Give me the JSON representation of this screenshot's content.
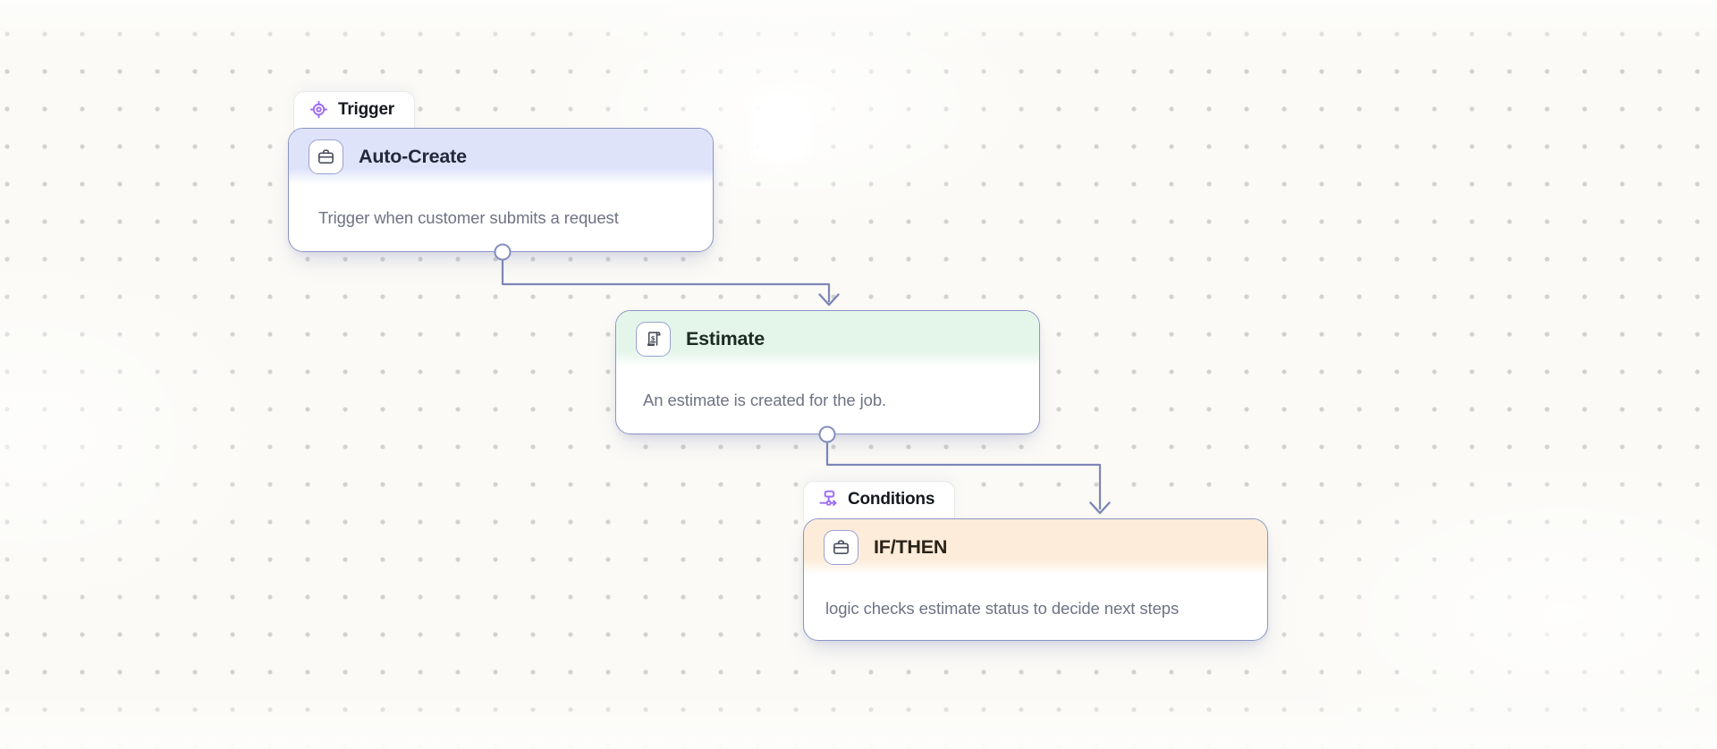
{
  "canvas": {
    "background_color": "#fbfaf6",
    "dot_color": "#d2d1ce",
    "connector_color": "#7d86b6",
    "port_border_color": "#848dbf"
  },
  "accent": {
    "badge_icon_color": "#9c6bf5",
    "node_border_color": "#8b94c6"
  },
  "nodes": [
    {
      "badge": {
        "label": "Trigger",
        "icon": "target-icon"
      },
      "icon": "briefcase-icon",
      "title": "Auto-Create",
      "description": "Trigger when customer submits a request",
      "header_color": "#dfe3fa"
    },
    {
      "icon": "receipt-dollar-icon",
      "icon_glyph": "$",
      "title": "Estimate",
      "description": "An estimate is created for the job.",
      "header_color": "#e4f6ea"
    },
    {
      "badge": {
        "label": "Conditions",
        "icon": "branch-arrow-icon"
      },
      "icon": "briefcase-icon",
      "title": "IF/THEN",
      "description": "logic checks estimate status to decide next steps",
      "header_color": "#fcecd9"
    }
  ]
}
